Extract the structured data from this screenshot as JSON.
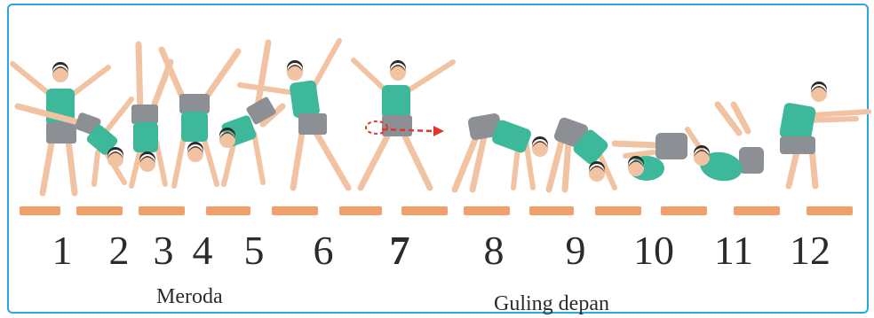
{
  "illustration": {
    "step_numbers": [
      "1",
      "2",
      "3",
      "4",
      "5",
      "6",
      "7",
      "8",
      "9",
      "10",
      "11",
      "12"
    ],
    "captions": {
      "left": "Meroda",
      "right": "Guling depan"
    },
    "colors": {
      "frame": "#2ba7df",
      "shirt": "#3db89a",
      "shorts": "#8c8f94",
      "skin": "#f2c3a3",
      "hair": "#2a2a2a",
      "floor_mark": "#f2a06a",
      "arrow": "#e0362c"
    }
  }
}
